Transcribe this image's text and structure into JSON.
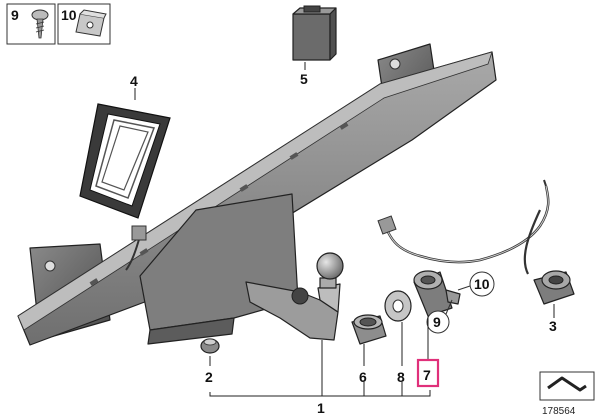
{
  "diagram": {
    "labels": {
      "p1": "1",
      "p2": "2",
      "p3": "3",
      "p4": "4",
      "p5": "5",
      "p6": "6",
      "p7": "7",
      "p8": "8",
      "p9": "9",
      "p10": "10"
    },
    "legend": {
      "p9": "9",
      "p10": "10"
    },
    "reference_number": "178564",
    "highlight_color": "#e0307a",
    "part_color": "#8c8c8c"
  }
}
